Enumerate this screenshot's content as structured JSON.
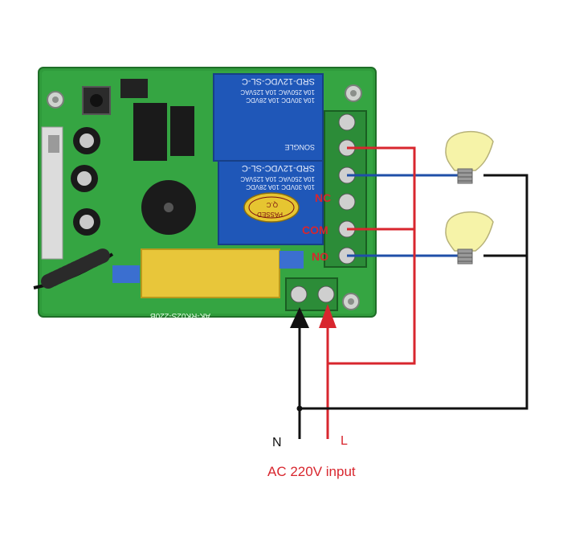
{
  "labels": {
    "nc": "NC",
    "com": "COM",
    "no": "NO",
    "neutral": "N",
    "live": "L",
    "input": "AC 220V input"
  },
  "board": {
    "relay_model": "SRD-12VDC-SL-C",
    "relay_rating_1": "10A 250VAC  10A 125VAC",
    "relay_rating_2": "10A 30VDC  10A 28VDC",
    "relay_brand": "SONGLE",
    "qc_badge_1": "Q.C",
    "qc_badge_2": "PASSED",
    "board_model": "AK-RK02S-220B"
  },
  "colors": {
    "pcb": "#2e9a3a",
    "relay": "#1f57b8",
    "live_wire": "#d8262e",
    "neutral_wire": "#111111",
    "load_wire": "#1f4fa8",
    "capacitor": "#e8c63a"
  },
  "icons": [
    "bulb-icon",
    "arrow-up-icon",
    "screw-terminal-icon"
  ]
}
